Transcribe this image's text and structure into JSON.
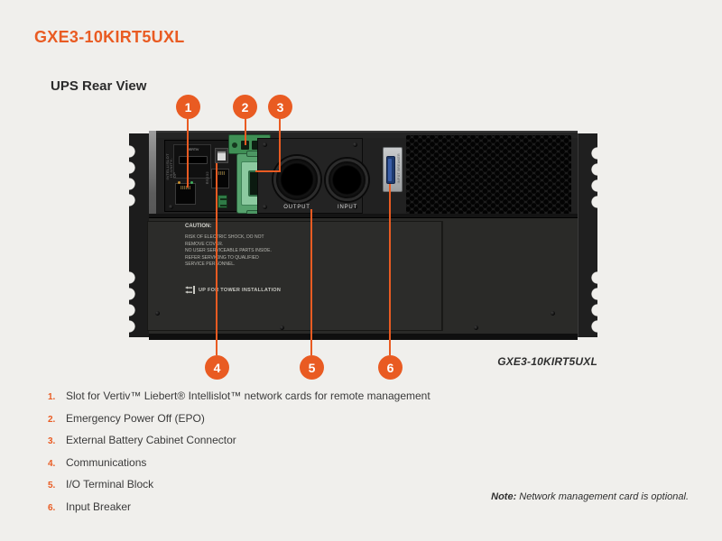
{
  "header": {
    "model_title": "GXE3-10KIRT5UXL",
    "section_title": "UPS Rear View"
  },
  "colors": {
    "accent": "#E95B22",
    "background": "#F0EFEC",
    "chassis": "#232323",
    "connector_green": "#8CCAA0"
  },
  "callouts": [
    {
      "number": "1",
      "legend_number": "1.",
      "label": "Slot for Vertiv™ Liebert® Intellislot™ network cards for remote management"
    },
    {
      "number": "2",
      "legend_number": "2.",
      "label": "Emergency Power Off (EPO)"
    },
    {
      "number": "3",
      "legend_number": "3.",
      "label": "External Battery Cabinet Connector"
    },
    {
      "number": "4",
      "legend_number": "4.",
      "label": "Communications"
    },
    {
      "number": "5",
      "legend_number": "5.",
      "label": "I/O Terminal Block"
    },
    {
      "number": "6",
      "legend_number": "6.",
      "label": "Input Breaker"
    }
  ],
  "device": {
    "model_label": "GXE3-10KIRT5UXL",
    "output_label": "OUTPUT",
    "input_label": "INPUT",
    "small_labels": {
      "intellislot": "INTELLISLOT",
      "card": "IS-UNITY-DP",
      "brand": "VERTIV",
      "rs232": "RS232",
      "battery_connector": "BATTERY CONNECTOR",
      "breaker": "INPUT BREAKER"
    },
    "caution": {
      "heading": "CAUTION:",
      "lines": [
        "RISK OF ELECTRIC SHOCK, DO NOT",
        "REMOVE COVER.",
        "NO USER SERVICEABLE PARTS INSIDE.",
        "REFER SERVICING TO QUALIFIED",
        "SERVICE PERSONNEL."
      ],
      "tower_note": "UP FOR TOWER INSTALLATION"
    }
  },
  "note": {
    "prefix": "Note:",
    "text": " Network management card is optional."
  }
}
